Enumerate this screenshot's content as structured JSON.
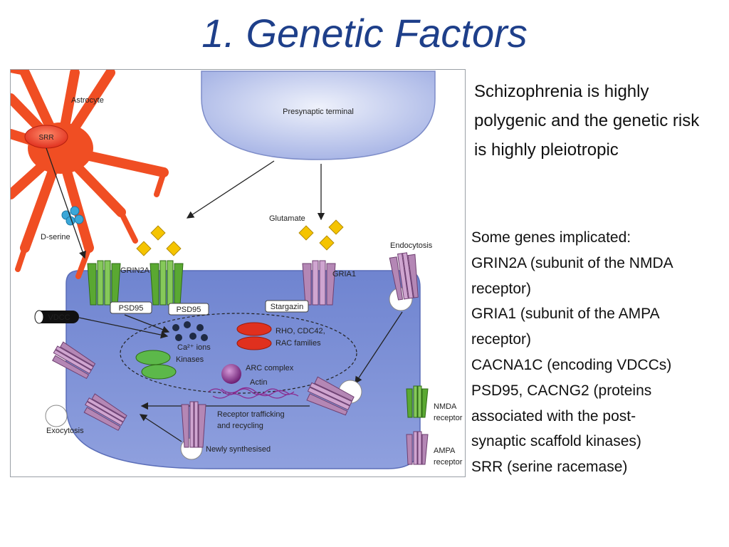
{
  "slide": {
    "title": "1. Genetic Factors",
    "summary": "Schizophrenia is highly polygenic and the genetic risk is highly pleiotropic",
    "genes_lines": [
      "Some genes implicated:",
      "GRIN2A (subunit of the NMDA",
      "receptor)",
      "GRIA1 (subunit of the AMPA",
      "receptor)",
      "CACNA1C (encoding VDCCs)",
      "PSD95, CACNG2 (proteins",
      "associated with the post-",
      "synaptic scaffold kinases)",
      "SRR (serine racemase)"
    ]
  },
  "figure": {
    "astrocyte": "Astrocyte",
    "srr": "SRR",
    "d_serine": "D-serine",
    "presynaptic": "Presynaptic terminal",
    "glutamate": "Glutamate",
    "endocytosis": "Endocytosis",
    "grin2a": "GRIN2A",
    "gria1": "GRIA1",
    "psd95_a": "PSD95",
    "psd95_b": "PSD95",
    "stargazin": "Stargazin",
    "vdcc": "VDCC",
    "ca_ions": "Ca²⁺ ions",
    "rho_line1": "RHO, CDC42,",
    "rho_line2": "RAC families",
    "kinases": "Kinases",
    "arc": "ARC complex",
    "actin": "Actin",
    "trafficking_line1": "Receptor trafficking",
    "trafficking_line2": "and recycling",
    "newly": "Newly synthesised",
    "exocytosis": "Exocytosis",
    "nmda_line1": "NMDA",
    "nmda_line2": "receptor",
    "ampa_line1": "AMPA",
    "ampa_line2": "receptor"
  },
  "colors": {
    "title": "#1e3f8a",
    "astrocyte": "#f04e23",
    "cell_body": "#7b8fd6",
    "nmda_green": "#5aa832",
    "ampa_purple": "#b487b5",
    "glutamate": "#f5c400",
    "d_serine": "#3aa7d8",
    "rho_red": "#e0301e",
    "kinase_green": "#5cb84a",
    "arc_purple": "#8b2a8f"
  }
}
